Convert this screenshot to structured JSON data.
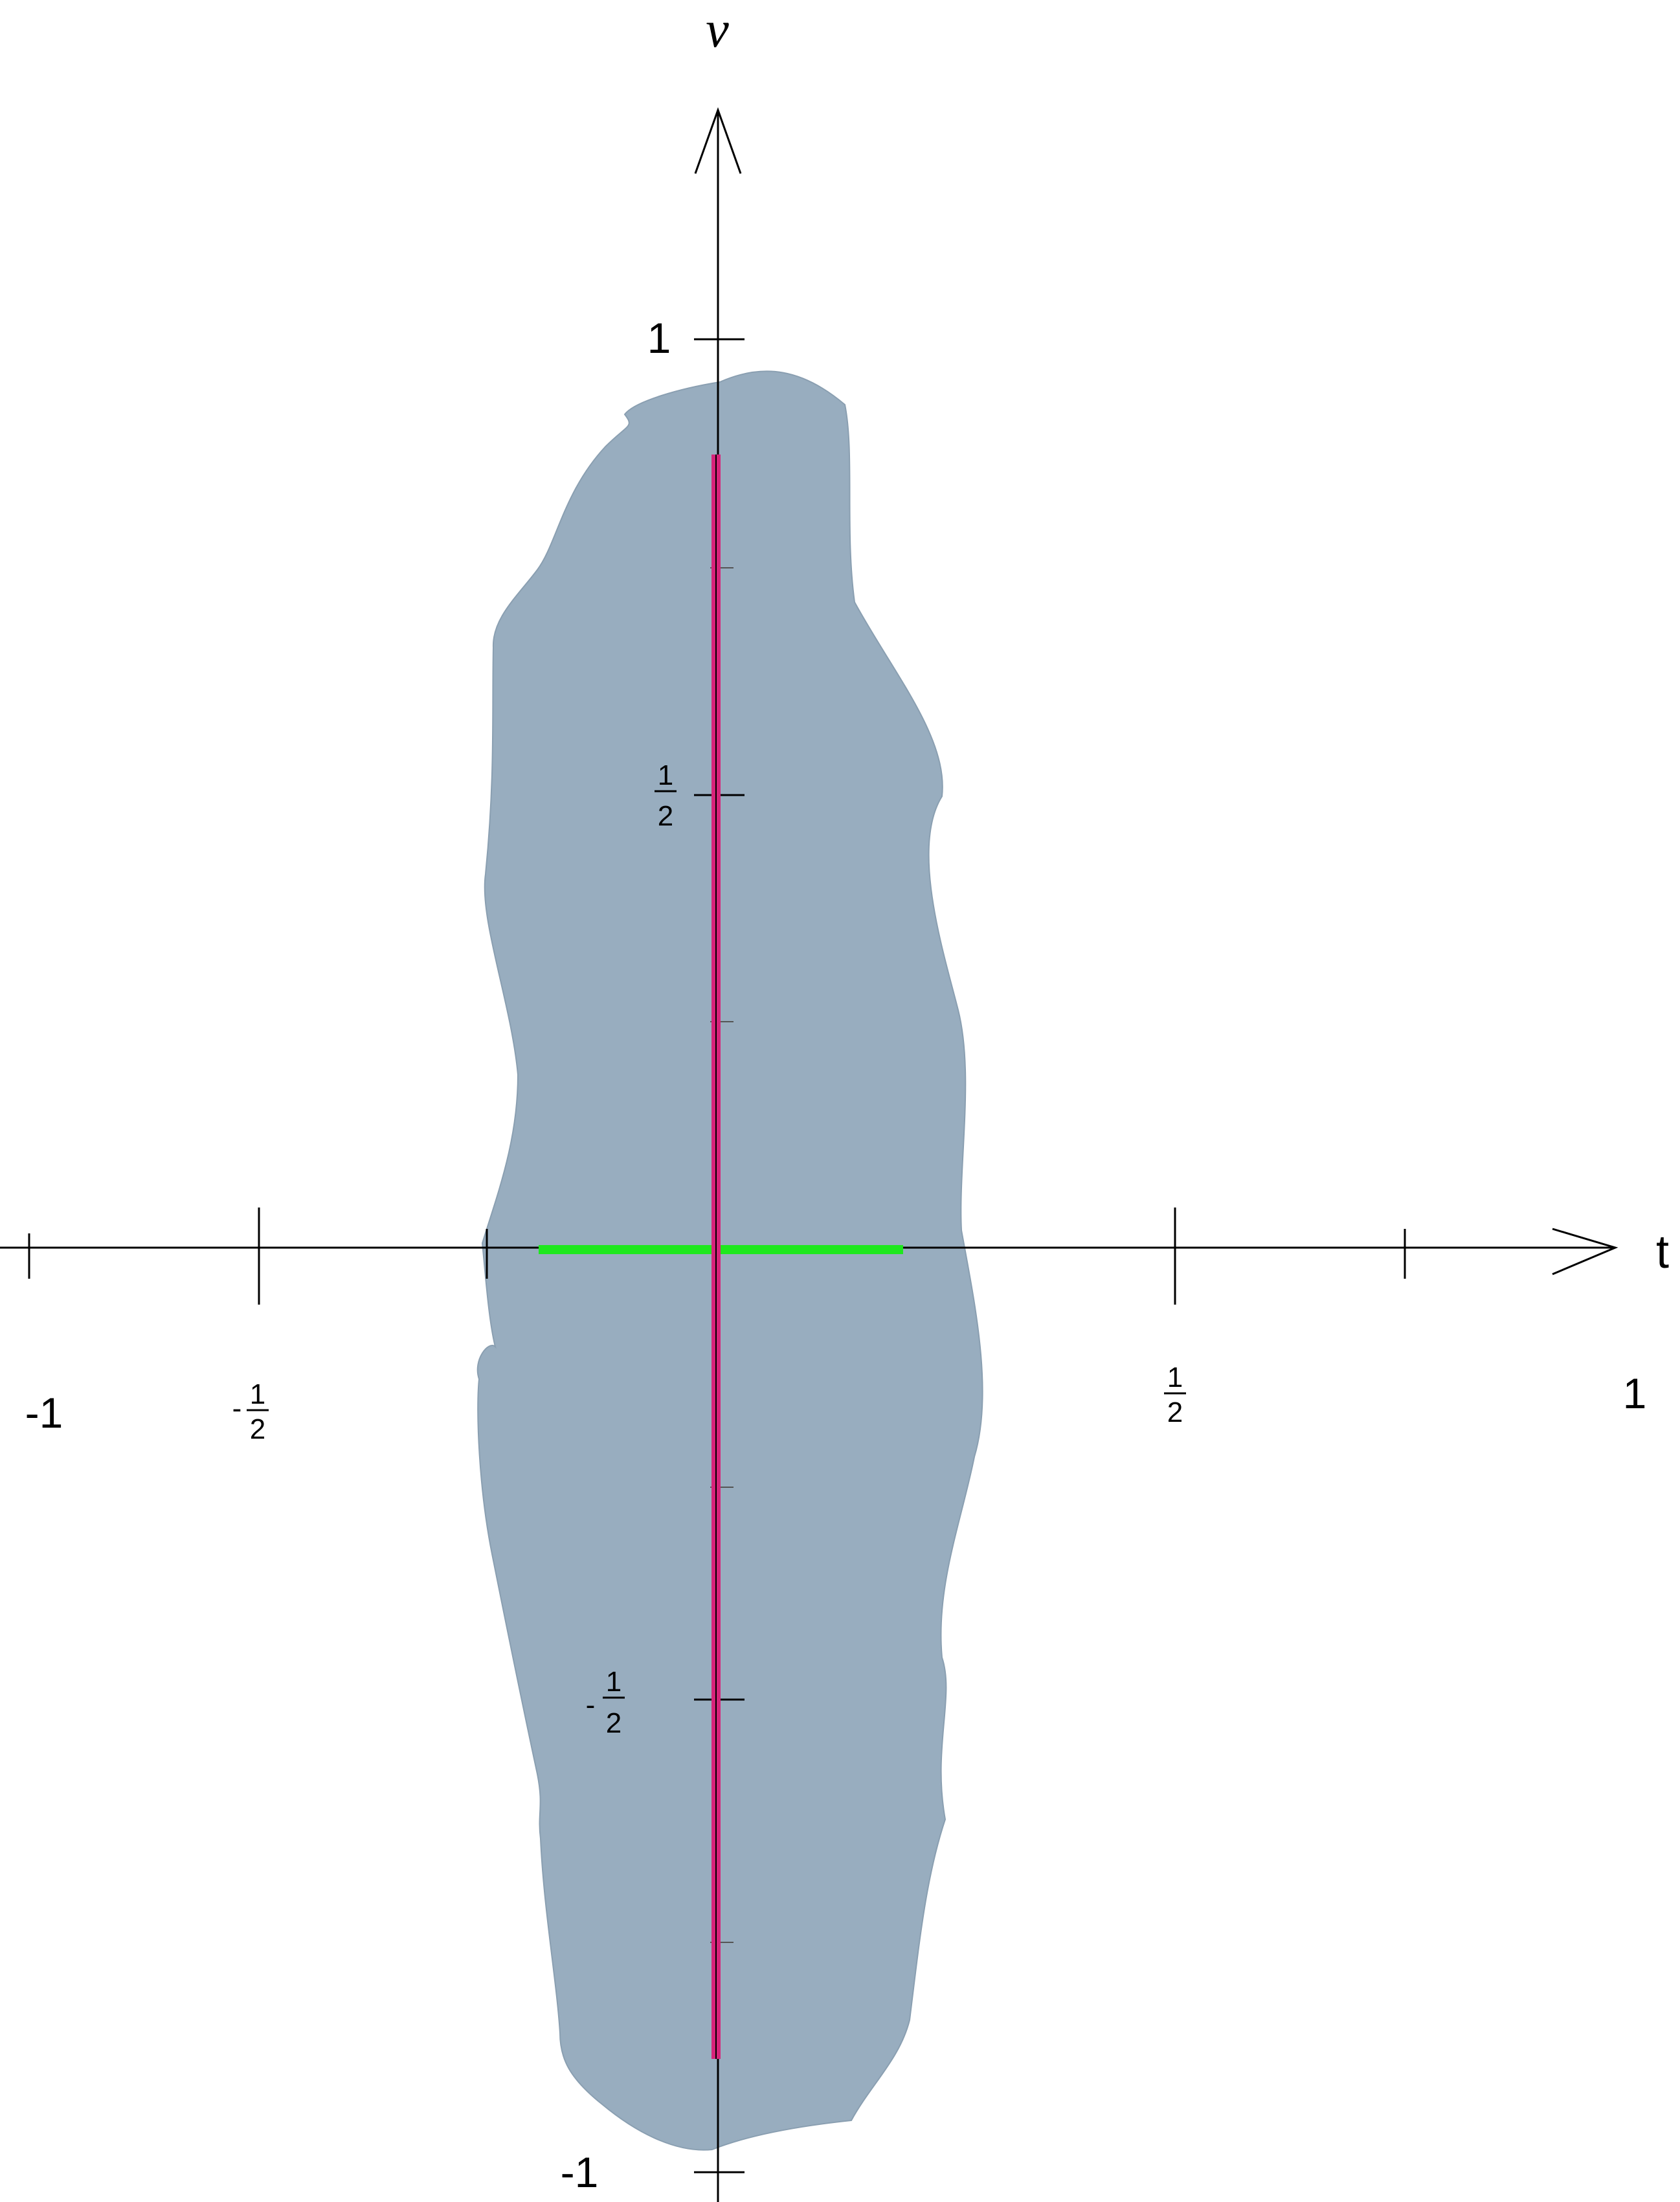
{
  "axes": {
    "horizontal_label": "t",
    "vertical_label": "v"
  },
  "tick_labels": {
    "t_neg_one": "-1",
    "t_neg_half_sign": "-",
    "t_neg_half_num": "1",
    "t_neg_half_den": "2",
    "t_half_num": "1",
    "t_half_den": "2",
    "t_one": "1",
    "v_one": "1",
    "v_half_num": "1",
    "v_half_den": "2",
    "v_neg_half_sign": "-",
    "v_neg_half_num": "1",
    "v_neg_half_den": "2",
    "v_neg_one": "-1"
  },
  "colors": {
    "region_fill": "#98adbf",
    "vertical_segment": "#d6247a",
    "horizontal_segment": "#1ee81e",
    "axis": "#000000"
  }
}
